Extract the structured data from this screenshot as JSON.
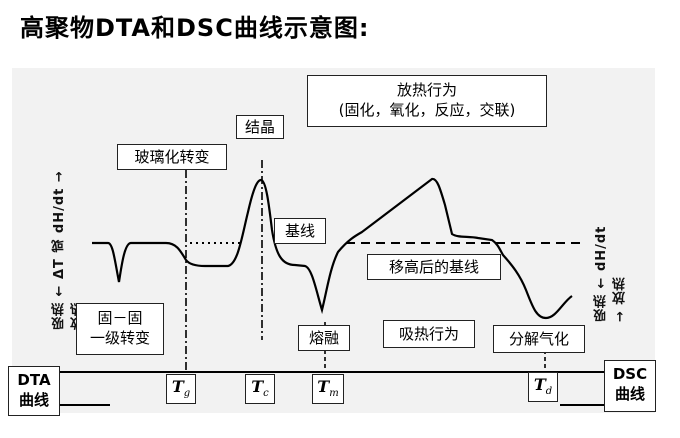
{
  "title": "高聚物DTA和DSC曲线示意图:",
  "labels": {
    "exotherm_title": "放热行为",
    "exotherm_detail": "(固化，氧化，反应，交联)",
    "crystallization": "结晶",
    "glass_transition": "玻璃化转变",
    "baseline": "基线",
    "shifted_baseline": "移高后的基线",
    "first_order_line1": "固－固",
    "first_order_line2": "一级转变",
    "melting": "熔融",
    "endotherm": "吸热行为",
    "decomposition": "分解气化",
    "dta_line1": "DTA",
    "dta_line2": "曲线",
    "dsc_line1": "DSC",
    "dsc_line2": "曲线"
  },
  "temps": {
    "tg": {
      "letter": "T",
      "sub": "g"
    },
    "tc": {
      "letter": "T",
      "sub": "c"
    },
    "tm": {
      "letter": "T",
      "sub": "m"
    },
    "td": {
      "letter": "T",
      "sub": "d"
    }
  },
  "axis_left": "吸热 ← ΔT 或 dH/dt → 放热",
  "axis_right": "吸热 ← dH/dt → 放热"
}
